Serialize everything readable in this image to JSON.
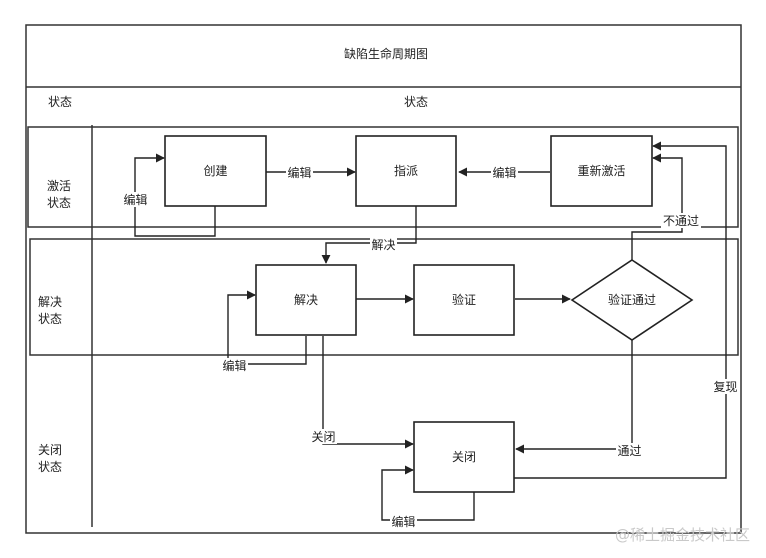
{
  "diagram": {
    "title": "缺陷生命周期图",
    "header_left": "状态",
    "header_right": "状态",
    "lanes": {
      "active": [
        "激活",
        "状态"
      ],
      "resolve": [
        "解决",
        "状态"
      ],
      "closed": [
        "关闭",
        "状态"
      ]
    },
    "nodes": {
      "create": "创建",
      "assign": "指派",
      "reactivate": "重新激活",
      "resolve": "解决",
      "verify": "验证",
      "verify_pass": "验证通过",
      "close": "关闭"
    },
    "edges": {
      "create_to_assign": "编辑",
      "reactivate_to_assign": "编辑",
      "create_self_edit": "编辑",
      "assign_to_resolve": "解决",
      "fail_to_reactivate": "不通过",
      "resolve_self_edit": "编辑",
      "resolve_to_close": "关闭",
      "pass_to_close": "通过",
      "close_to_reactivate": "复现",
      "close_self_edit": "编辑"
    }
  },
  "watermark": "@稀土掘金技术社区"
}
